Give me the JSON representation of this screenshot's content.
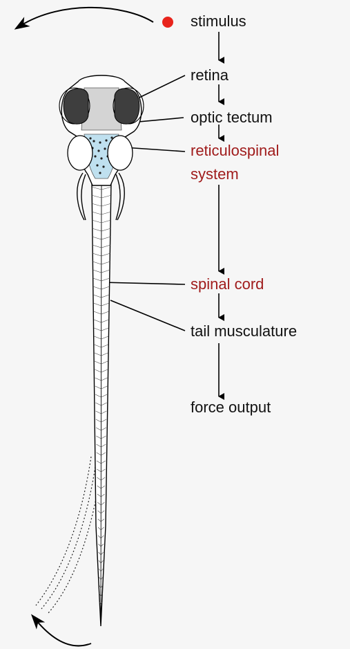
{
  "colors": {
    "background": "#f6f6f6",
    "text": "#111111",
    "highlight_text": "#a01c1c",
    "stimulus_dot": "#e8241c",
    "brain_region": "#bfe0ef"
  },
  "labels": {
    "stimulus": "stimulus",
    "retina": "retina",
    "optic_tectum": "optic tectum",
    "reticulospinal_line1": "reticulospinal",
    "reticulospinal_line2": "system",
    "spinal_cord": "spinal cord",
    "tail_musculature": "tail musculature",
    "force_output": "force output"
  }
}
